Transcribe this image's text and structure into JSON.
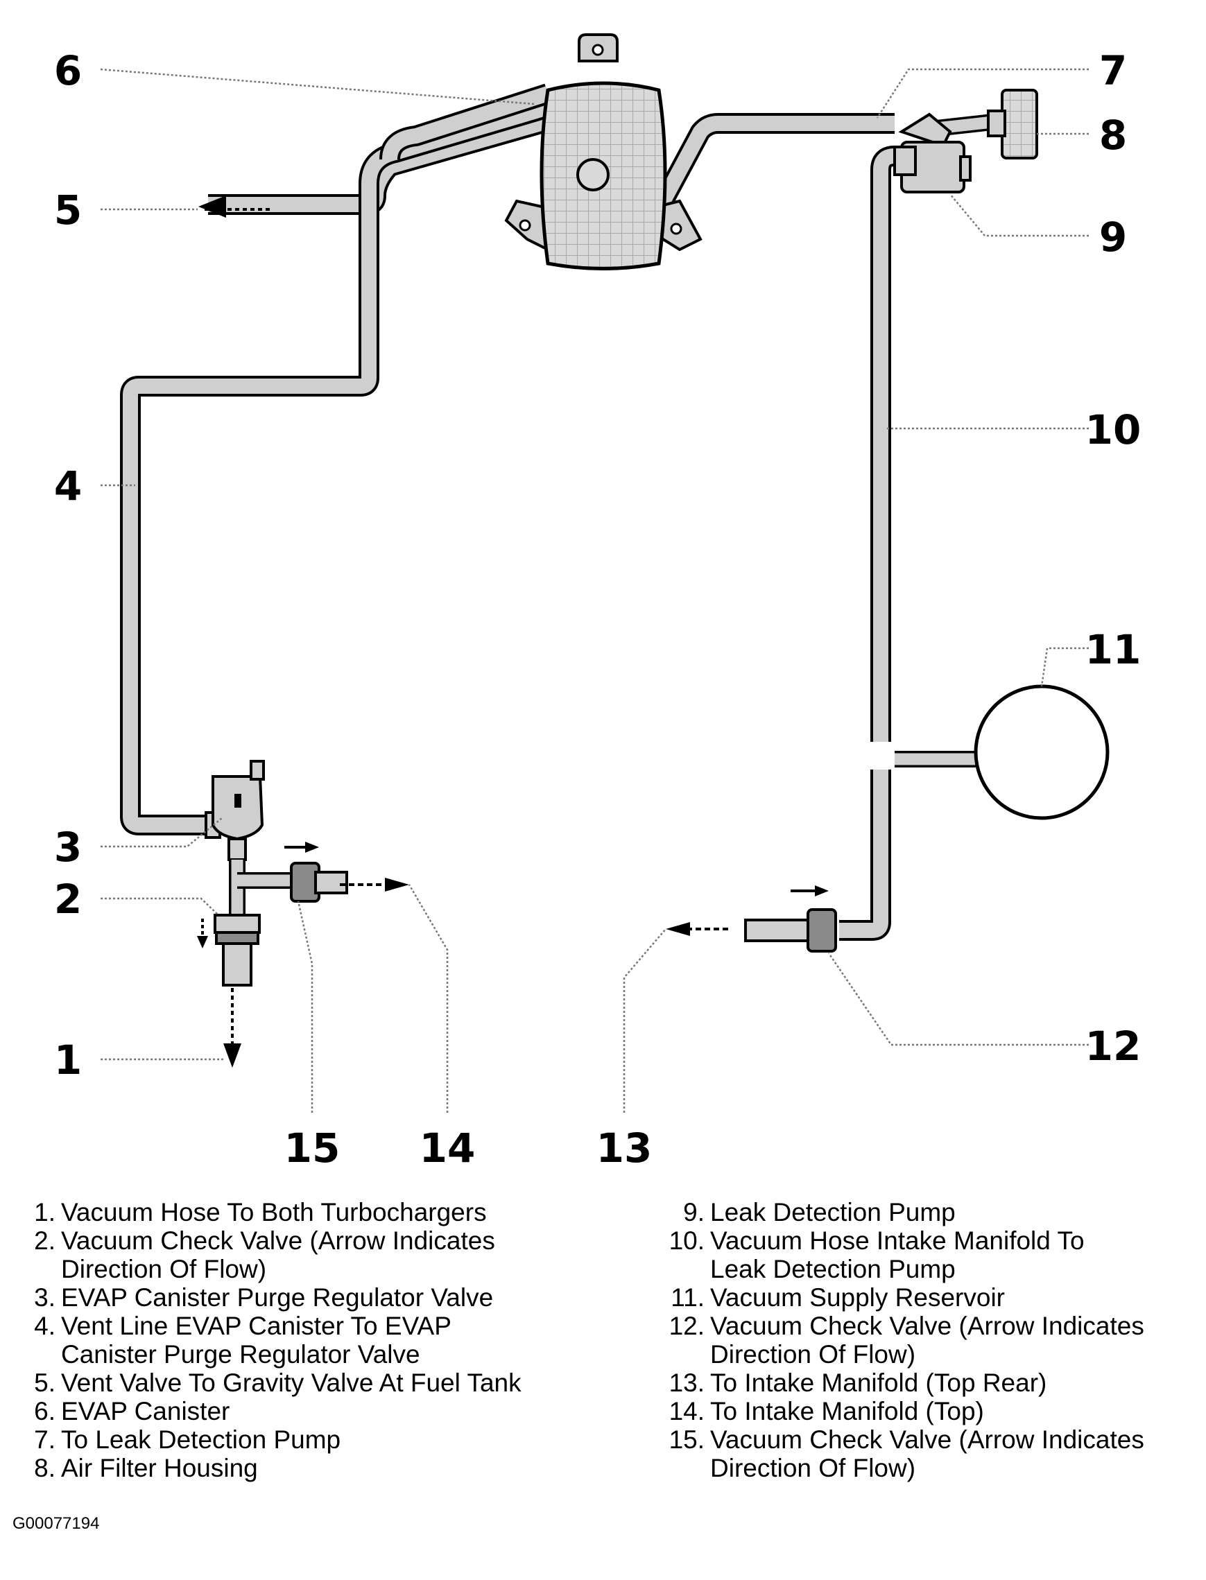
{
  "diagram": {
    "callouts": [
      "1",
      "2",
      "3",
      "4",
      "5",
      "6",
      "7",
      "8",
      "9",
      "10",
      "11",
      "12",
      "13",
      "14",
      "15"
    ]
  },
  "legend": {
    "left": [
      {
        "num": "1.",
        "text": "Vacuum Hose To Both Turbochargers"
      },
      {
        "num": "2.",
        "text": "Vacuum Check Valve (Arrow Indicates Direction Of Flow)"
      },
      {
        "num": "3.",
        "text": "EVAP Canister Purge Regulator Valve"
      },
      {
        "num": "4.",
        "text": "Vent Line EVAP Canister To EVAP Canister Purge Regulator Valve"
      },
      {
        "num": "5.",
        "text": "Vent Valve To Gravity Valve At Fuel Tank"
      },
      {
        "num": "6.",
        "text": "EVAP Canister"
      },
      {
        "num": "7.",
        "text": "To Leak Detection Pump"
      },
      {
        "num": "8.",
        "text": "Air Filter Housing"
      }
    ],
    "right": [
      {
        "num": "9.",
        "text": "Leak Detection Pump"
      },
      {
        "num": "10.",
        "text": "Vacuum Hose Intake Manifold To Leak Detection Pump"
      },
      {
        "num": "11.",
        "text": "Vacuum Supply Reservoir"
      },
      {
        "num": "12.",
        "text": "Vacuum Check Valve (Arrow Indicates Direction Of Flow)"
      },
      {
        "num": "13.",
        "text": "To Intake Manifold (Top Rear)"
      },
      {
        "num": "14.",
        "text": "To Intake Manifold (Top)"
      },
      {
        "num": "15.",
        "text": "Vacuum Check Valve (Arrow Indicates Direction Of Flow)"
      }
    ]
  },
  "figure_id": "G00077194"
}
